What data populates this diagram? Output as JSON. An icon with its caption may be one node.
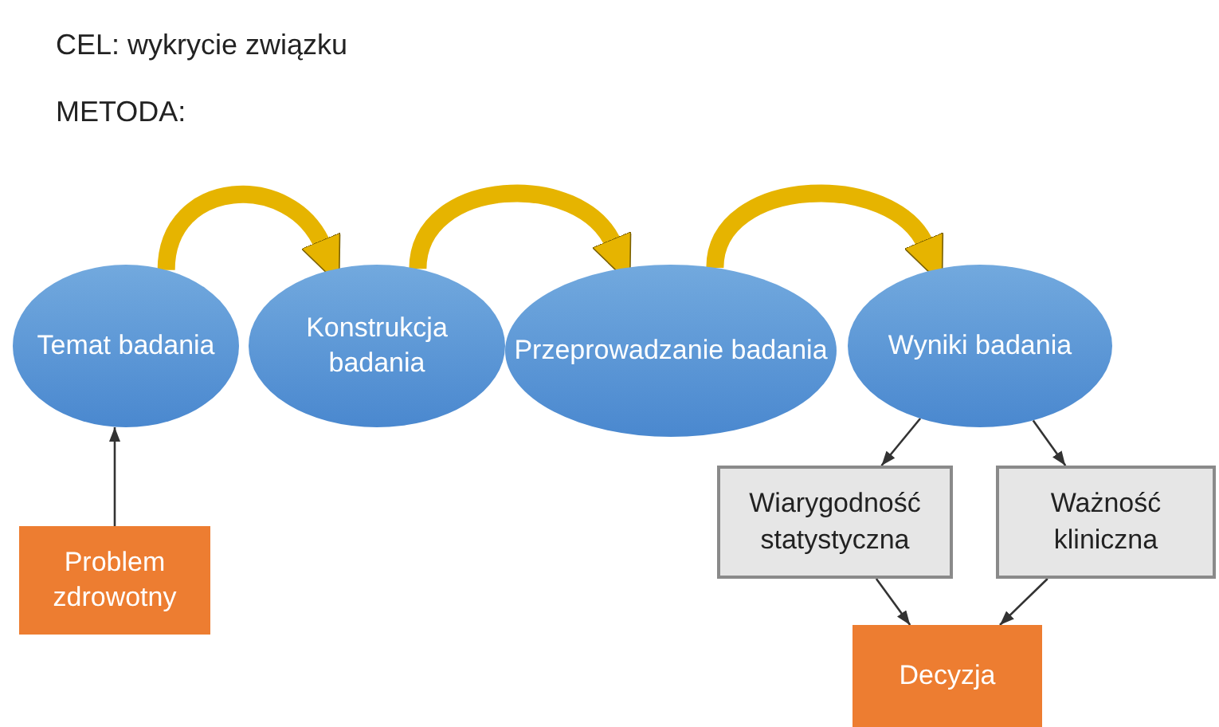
{
  "diagram": {
    "nodes": [
      {
        "text": [
          "Temat badania"
        ]
      },
      {
        "text": [
          "Konstrukcja badania"
        ]
      },
      {
        "text": [
          "Przeprowadzanie badania"
        ]
      },
      {
        "text": [
          "Wyniki badania"
        ]
      },
      {
        "text": [
          "Problem zdrowotny"
        ]
      },
      {
        "text": [
          "Wiarygodność statystyczna"
        ]
      },
      {
        "text": [
          "Ważność kliniczna"
        ]
      },
      {
        "text": [
          "Decyzja"
        ]
      }
    ],
    "edges": [
      {
        "from": 0,
        "to": 1,
        "arrow": "to",
        "style": "thick",
        "color": "#e6b400"
      },
      {
        "from": 1,
        "to": 2,
        "arrow": "to",
        "style": "thick",
        "color": "#e6b400"
      },
      {
        "from": 2,
        "to": 3,
        "arrow": "to",
        "style": "thick",
        "color": "#e6b400"
      },
      {
        "from": 4,
        "to": 0,
        "arrow": "to"
      },
      {
        "from": 3,
        "to": 5,
        "arrow": "to"
      },
      {
        "from": 3,
        "to": 6,
        "arrow": "to"
      },
      {
        "from": 5,
        "to": 7,
        "arrow": "to"
      },
      {
        "from": 6,
        "to": 7,
        "arrow": "to"
      }
    ],
    "labels": [
      "CEL: wykrycie związku",
      "METODA:"
    ]
  }
}
